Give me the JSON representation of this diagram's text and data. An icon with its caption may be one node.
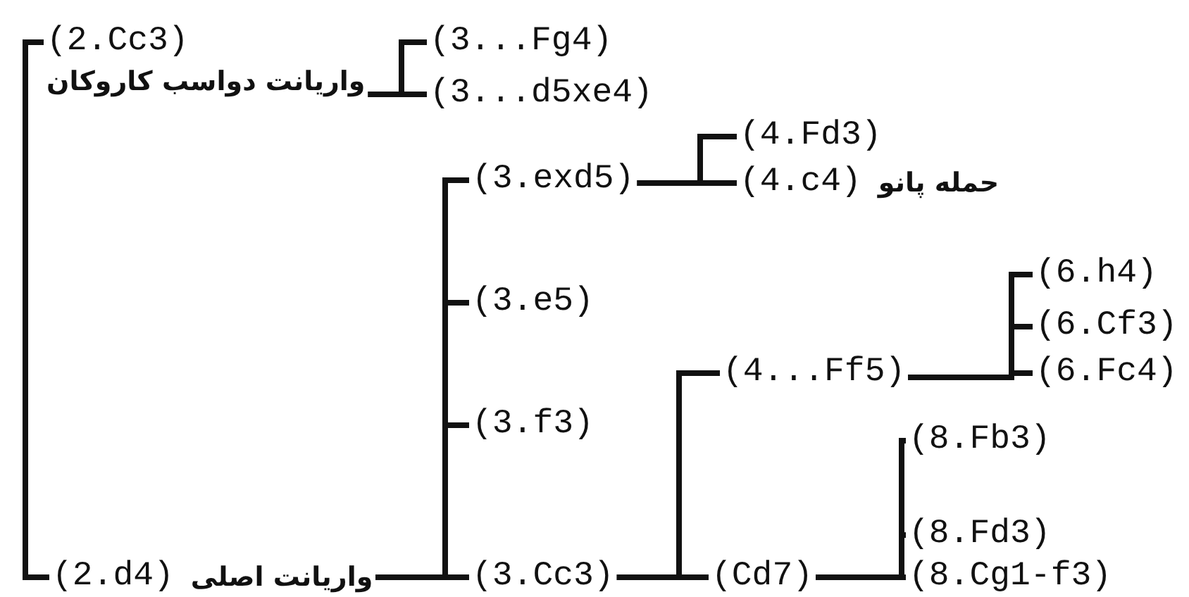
{
  "diagram": {
    "nodes": [
      {
        "text": [
          "(2.Cc3)"
        ],
        "beside": [
          "واریانت دواسب کاروکان"
        ]
      },
      {
        "text": [
          "(3...Fg4)"
        ]
      },
      {
        "text": [
          "(3...d5xe4)"
        ]
      },
      {
        "text": [
          "(4.Fd3)"
        ]
      },
      {
        "text": [
          "(4.c4)"
        ],
        "beside": [
          "حمله پانو"
        ]
      },
      {
        "text": [
          "(3.exd5)"
        ]
      },
      {
        "text": [
          "(6.h4)"
        ]
      },
      {
        "text": [
          "(3.e5)"
        ]
      },
      {
        "text": [
          "(6.Cf3)"
        ]
      },
      {
        "text": [
          "(4...Ff5)"
        ]
      },
      {
        "text": [
          "(6.Fc4)"
        ]
      },
      {
        "text": [
          "(8.Fb3)"
        ]
      },
      {
        "text": [
          "(3.f3)"
        ]
      },
      {
        "text": [
          "(8.Fd3)"
        ]
      },
      {
        "text": [
          "(2.d4)"
        ],
        "beside": [
          "واریانت اصلی"
        ]
      },
      {
        "text": [
          "(3.Cc3)"
        ]
      },
      {
        "text": [
          "(Cd7)"
        ]
      },
      {
        "text": [
          "(8.Cg1-f3)"
        ]
      }
    ],
    "edges": [
      {
        "from": 0,
        "to": 14,
        "arrow": "none"
      },
      {
        "from": 0,
        "to": 1,
        "arrow": "none"
      },
      {
        "from": 0,
        "to": 2,
        "arrow": "none"
      },
      {
        "from": 14,
        "to": 5,
        "arrow": "none"
      },
      {
        "from": 14,
        "to": 7,
        "arrow": "none"
      },
      {
        "from": 14,
        "to": 12,
        "arrow": "none"
      },
      {
        "from": 14,
        "to": 15,
        "arrow": "none"
      },
      {
        "from": 5,
        "to": 3,
        "arrow": "none"
      },
      {
        "from": 5,
        "to": 4,
        "arrow": "none"
      },
      {
        "from": 15,
        "to": 9,
        "arrow": "none"
      },
      {
        "from": 15,
        "to": 16,
        "arrow": "none"
      },
      {
        "from": 9,
        "to": 6,
        "arrow": "none"
      },
      {
        "from": 9,
        "to": 8,
        "arrow": "none"
      },
      {
        "from": 9,
        "to": 10,
        "arrow": "none"
      },
      {
        "from": 16,
        "to": 11,
        "arrow": "none"
      },
      {
        "from": 16,
        "to": 13,
        "arrow": "none"
      },
      {
        "from": 16,
        "to": 17,
        "arrow": "none"
      }
    ]
  }
}
